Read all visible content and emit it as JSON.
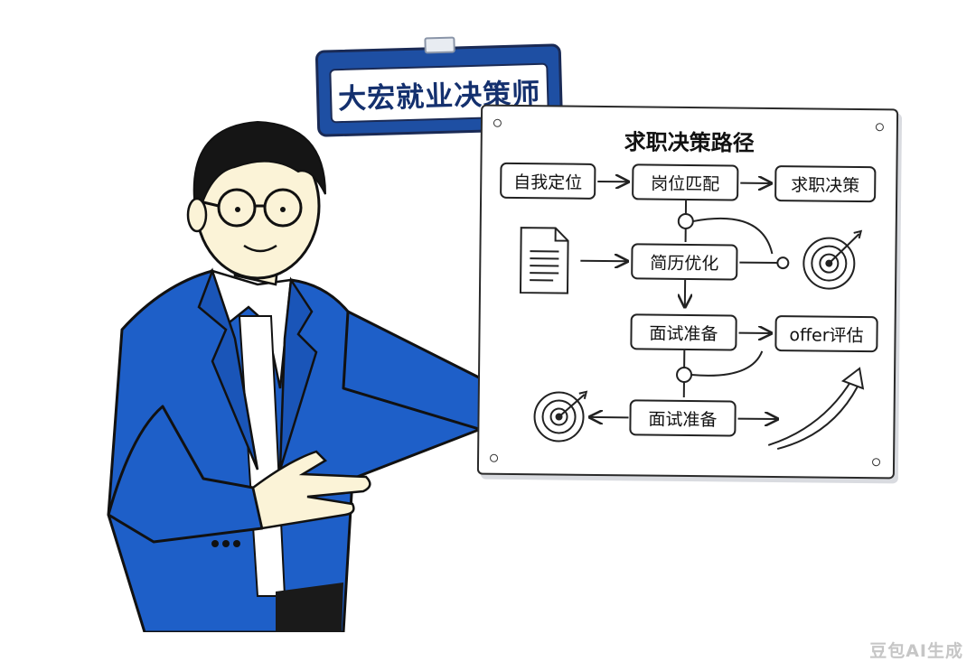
{
  "badge": {
    "title": "大宏就业决策师"
  },
  "board": {
    "title": "求职决策路径",
    "nodes": {
      "self_positioning": "自我定位",
      "job_matching": "岗位匹配",
      "decision": "求职决策",
      "resume_optimization": "简历优化",
      "interview_prep": "面试准备",
      "offer_evaluation": "offer评估",
      "interview_prep_2": "面试准备"
    },
    "icons": [
      "document-icon",
      "target-icon",
      "target-icon",
      "trend-arrow-icon"
    ]
  },
  "watermark": "豆包AI生成",
  "colors": {
    "suit_blue": "#1e5fc8",
    "badge_blue": "#1e4fa3",
    "skin": "#fbf3d7"
  }
}
